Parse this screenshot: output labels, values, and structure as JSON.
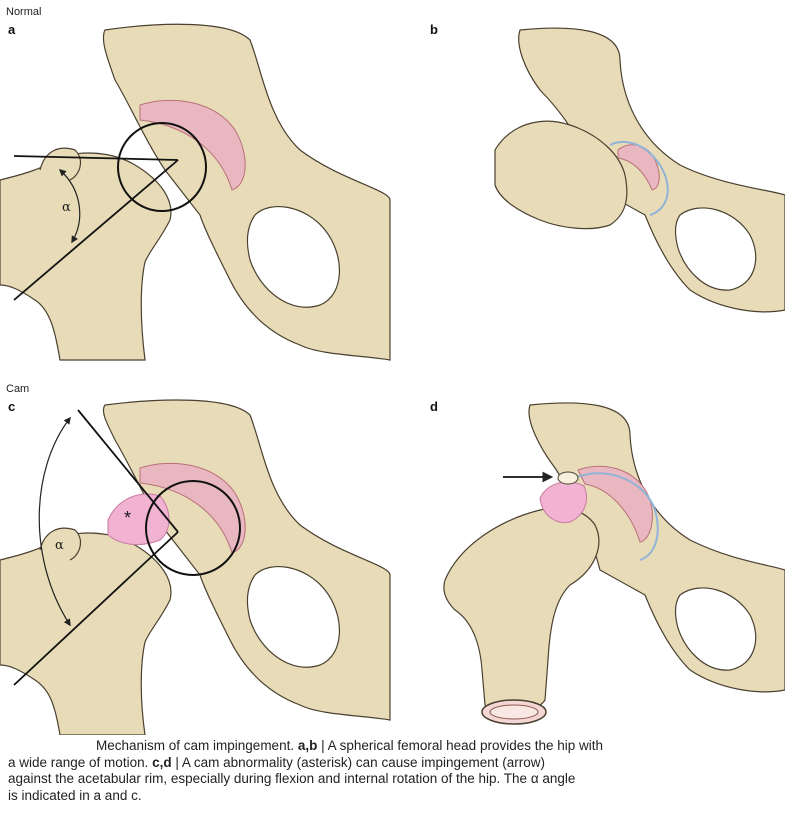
{
  "sections": {
    "top_title": "Normal",
    "bottom_title": "Cam"
  },
  "panels": {
    "a": "a",
    "b": "b",
    "c": "c",
    "d": "d"
  },
  "annotations": {
    "alpha_a": "α",
    "alpha_c": "α",
    "asterisk": "*"
  },
  "colors": {
    "bone": "#e8dcb8",
    "bone_outline": "#4a4030",
    "cartilage": "#e9b7bf",
    "cam_bump": "#f2b3d3",
    "labrum_blue": "#8fb4d8"
  },
  "caption": {
    "line1_text": "Mechanism of cam impingement. ",
    "line1_bold": "a,b",
    "line1_rest": " | A spherical femoral head provides the hip with",
    "line2_text": "a wide range of motion. ",
    "line2_bold": "c,d",
    "line2_rest": " | A cam abnormality (asterisk) can cause impingement (arrow)",
    "line3": "against the acetabular rim, especially during flexion and internal rotation of the hip. The α angle",
    "line4": "is indicated in a and c."
  }
}
